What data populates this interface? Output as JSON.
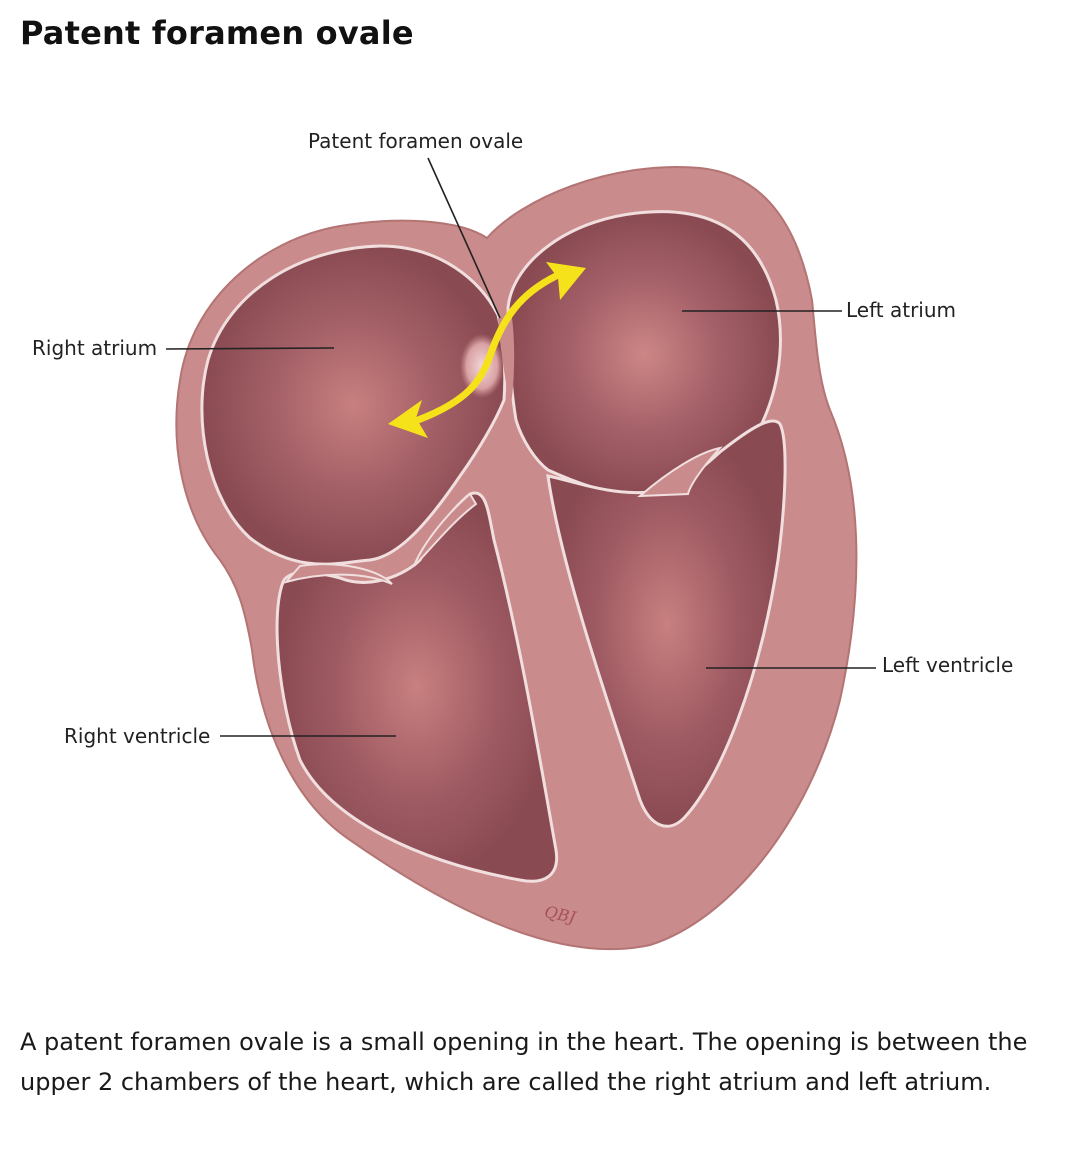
{
  "page": {
    "title": "Patent foramen ovale",
    "caption": "A patent foramen ovale is a small opening in the heart. The opening is between the upper 2 chambers of the heart, which are called the right atrium and left atrium."
  },
  "diagram": {
    "labels": {
      "pfo": "Patent foramen ovale",
      "right_atrium": "Right atrium",
      "left_atrium": "Left atrium",
      "right_ventricle": "Right ventricle",
      "left_ventricle": "Left ventricle"
    },
    "signature": "QBJ",
    "colors": {
      "wall": "#c98b8b",
      "wall_stroke": "#b47474",
      "outline": "#f1dede",
      "chamber": "#8a4a52",
      "chamber_glow": "#c57c80",
      "arrow": "#f6e21b",
      "leader": "#222222",
      "signature": "#a8505a"
    }
  }
}
